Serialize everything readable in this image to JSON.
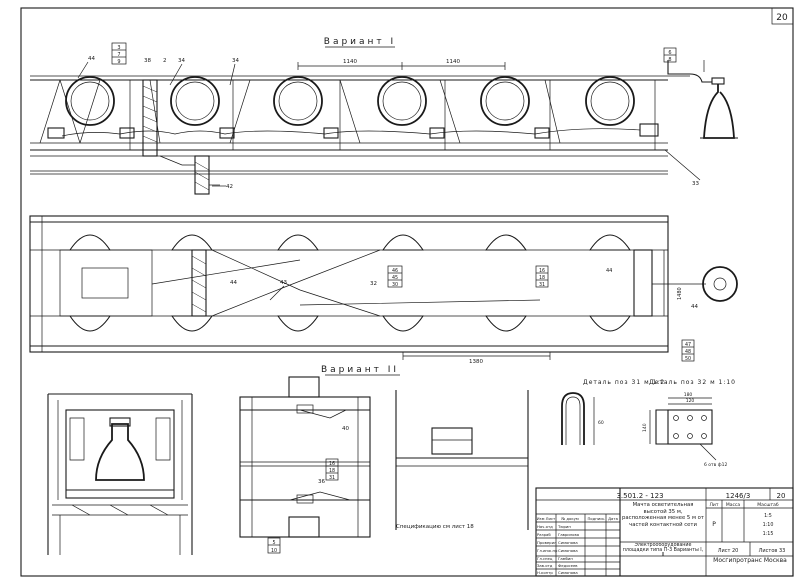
{
  "sheet": {
    "sheet_no_corner": "20",
    "variant1_title": "Вариант I",
    "variant2_title": "Вариант II",
    "detail31_title": "Деталь поз 31 м 1:2",
    "detail32_title": "Деталь поз 32 м 1:10",
    "spec_note": "Спецификацию см лист 18"
  },
  "dims": {
    "d1140a": "1140",
    "d1140b": "1140",
    "d1480": "1480",
    "d1380": "1380",
    "d120": "120",
    "d180": "180",
    "d60": "60",
    "d140": "140",
    "d6ots": "6 отв ф12"
  },
  "labels": {
    "l3_top": "3",
    "l3_mid": "7",
    "l3_bot": "9",
    "l38": "38",
    "l2": "2",
    "l34a": "34",
    "l34b": "34",
    "l44a": "44",
    "l6": "6",
    "l8": "8",
    "l33": "33",
    "l42": "42",
    "l44b": "44",
    "l43": "43",
    "l32": "32",
    "l46": "46",
    "l45": "45",
    "l30": "30",
    "l16": "16",
    "l18": "18",
    "l31": "31",
    "l44c": "44",
    "l47": "47",
    "l48": "48",
    "l50": "50",
    "l5": "5",
    "l10": "10",
    "l36": "36",
    "l40": "40",
    "l16b": "16",
    "l18b": "18",
    "l31b": "31"
  },
  "title_block": {
    "doc_code": "3.501.2 - 123",
    "sheet_ref": "1246/3",
    "sheet_num": "20",
    "title_main": "Мачта осветительная высотой 35 м, расположенная менее 5 м от частей контактной сети",
    "title_sub": "Электрооборудование площадки типа П-3 Варианты I, II",
    "org": "Мосгипротранс Москва",
    "col_lit": "Лит",
    "col_mass": "Масса",
    "col_scale": "Масштаб",
    "lit_val": "Р",
    "scale_vals": [
      "1:5",
      "1:10",
      "1:15"
    ],
    "sheet_label": "Лист 20",
    "sheets_label": "Листов 33",
    "roles": [
      "Нач.отд",
      "Разраб",
      "Проверил",
      "Гл.инж.пр",
      "Гл.спец",
      "Зав.отд",
      "Н.контр"
    ],
    "names": [
      "Тюрин",
      "Гаврилова",
      "Симонова",
      "Симонова",
      "Гамбин",
      "Федосеев",
      "Симонова"
    ],
    "hdr": [
      "Изм Лист",
      "№ докум",
      "Подпись",
      "Дата"
    ]
  }
}
